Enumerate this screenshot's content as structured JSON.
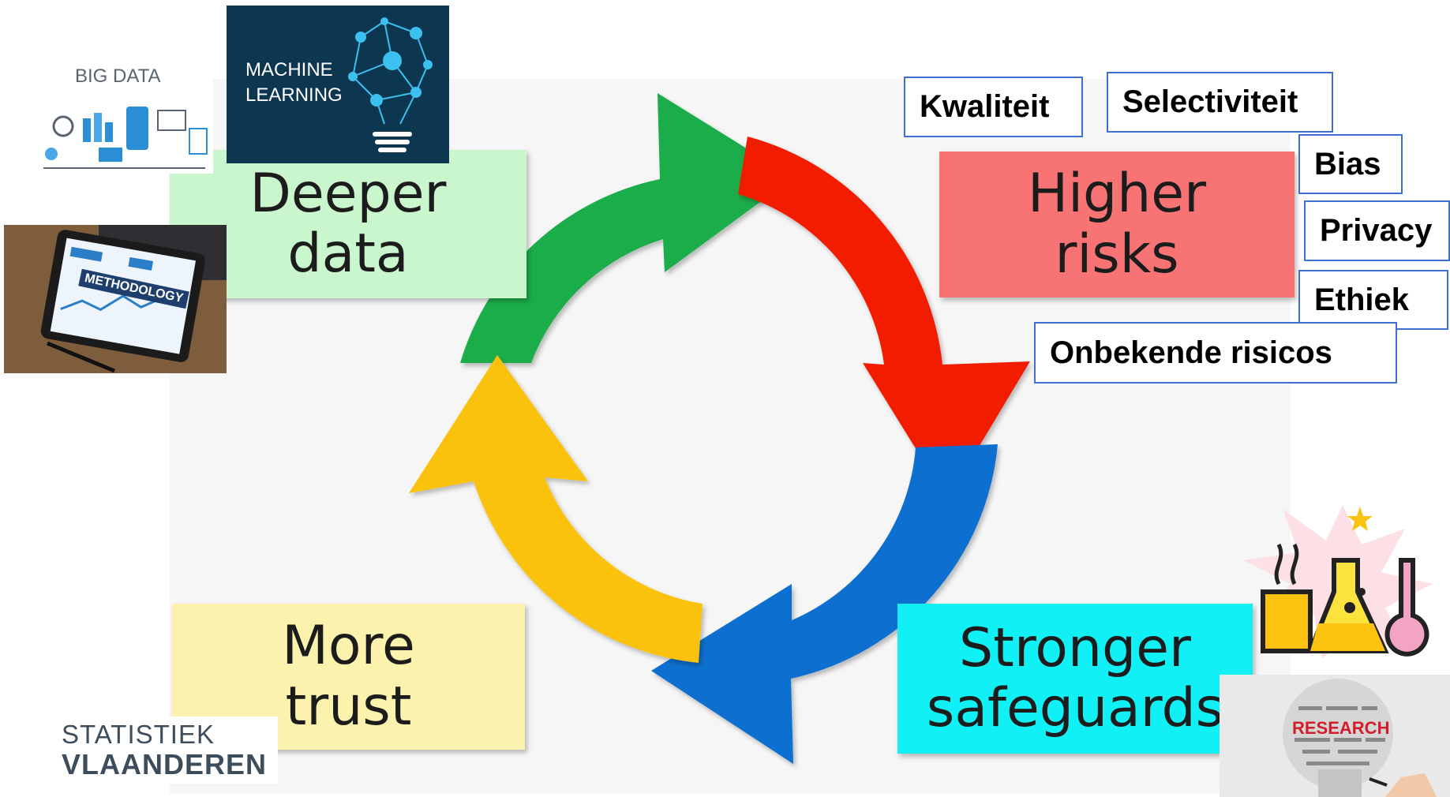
{
  "stages": {
    "deeper": [
      "Deeper",
      "data"
    ],
    "higher": [
      "Higher",
      "risks"
    ],
    "stronger": [
      "Stronger",
      "safeguards"
    ],
    "trust": [
      "More",
      "trust"
    ]
  },
  "risk_tags": {
    "kwaliteit": "Kwaliteit",
    "selectiviteit": "Selectiviteit",
    "bias": "Bias",
    "privacy": "Privacy",
    "ethiek": "Ethiek",
    "onbekend": "Onbekende risicos"
  },
  "images": {
    "big_data": "BIG DATA",
    "ml_line1": "MACHINE",
    "ml_line2": "LEARNING",
    "methodology": "METHODOLOGY",
    "research": "RESEARCH"
  },
  "logo": {
    "line1": "STATISTIEK",
    "line2": "VLAANDEREN"
  },
  "colors": {
    "green_arrow": "#1fad4c",
    "red_arrow": "#f21d06",
    "blue_arrow": "#0f6fd0",
    "yellow_arrow": "#fbc20f",
    "deeper_box": "#c9f6cc",
    "higher_box": "#f87474",
    "stronger_box": "#11f0f4",
    "trust_box": "#fbf2ad",
    "tag_border": "#3f6fd0",
    "logo_text": "#3d4d5c"
  }
}
